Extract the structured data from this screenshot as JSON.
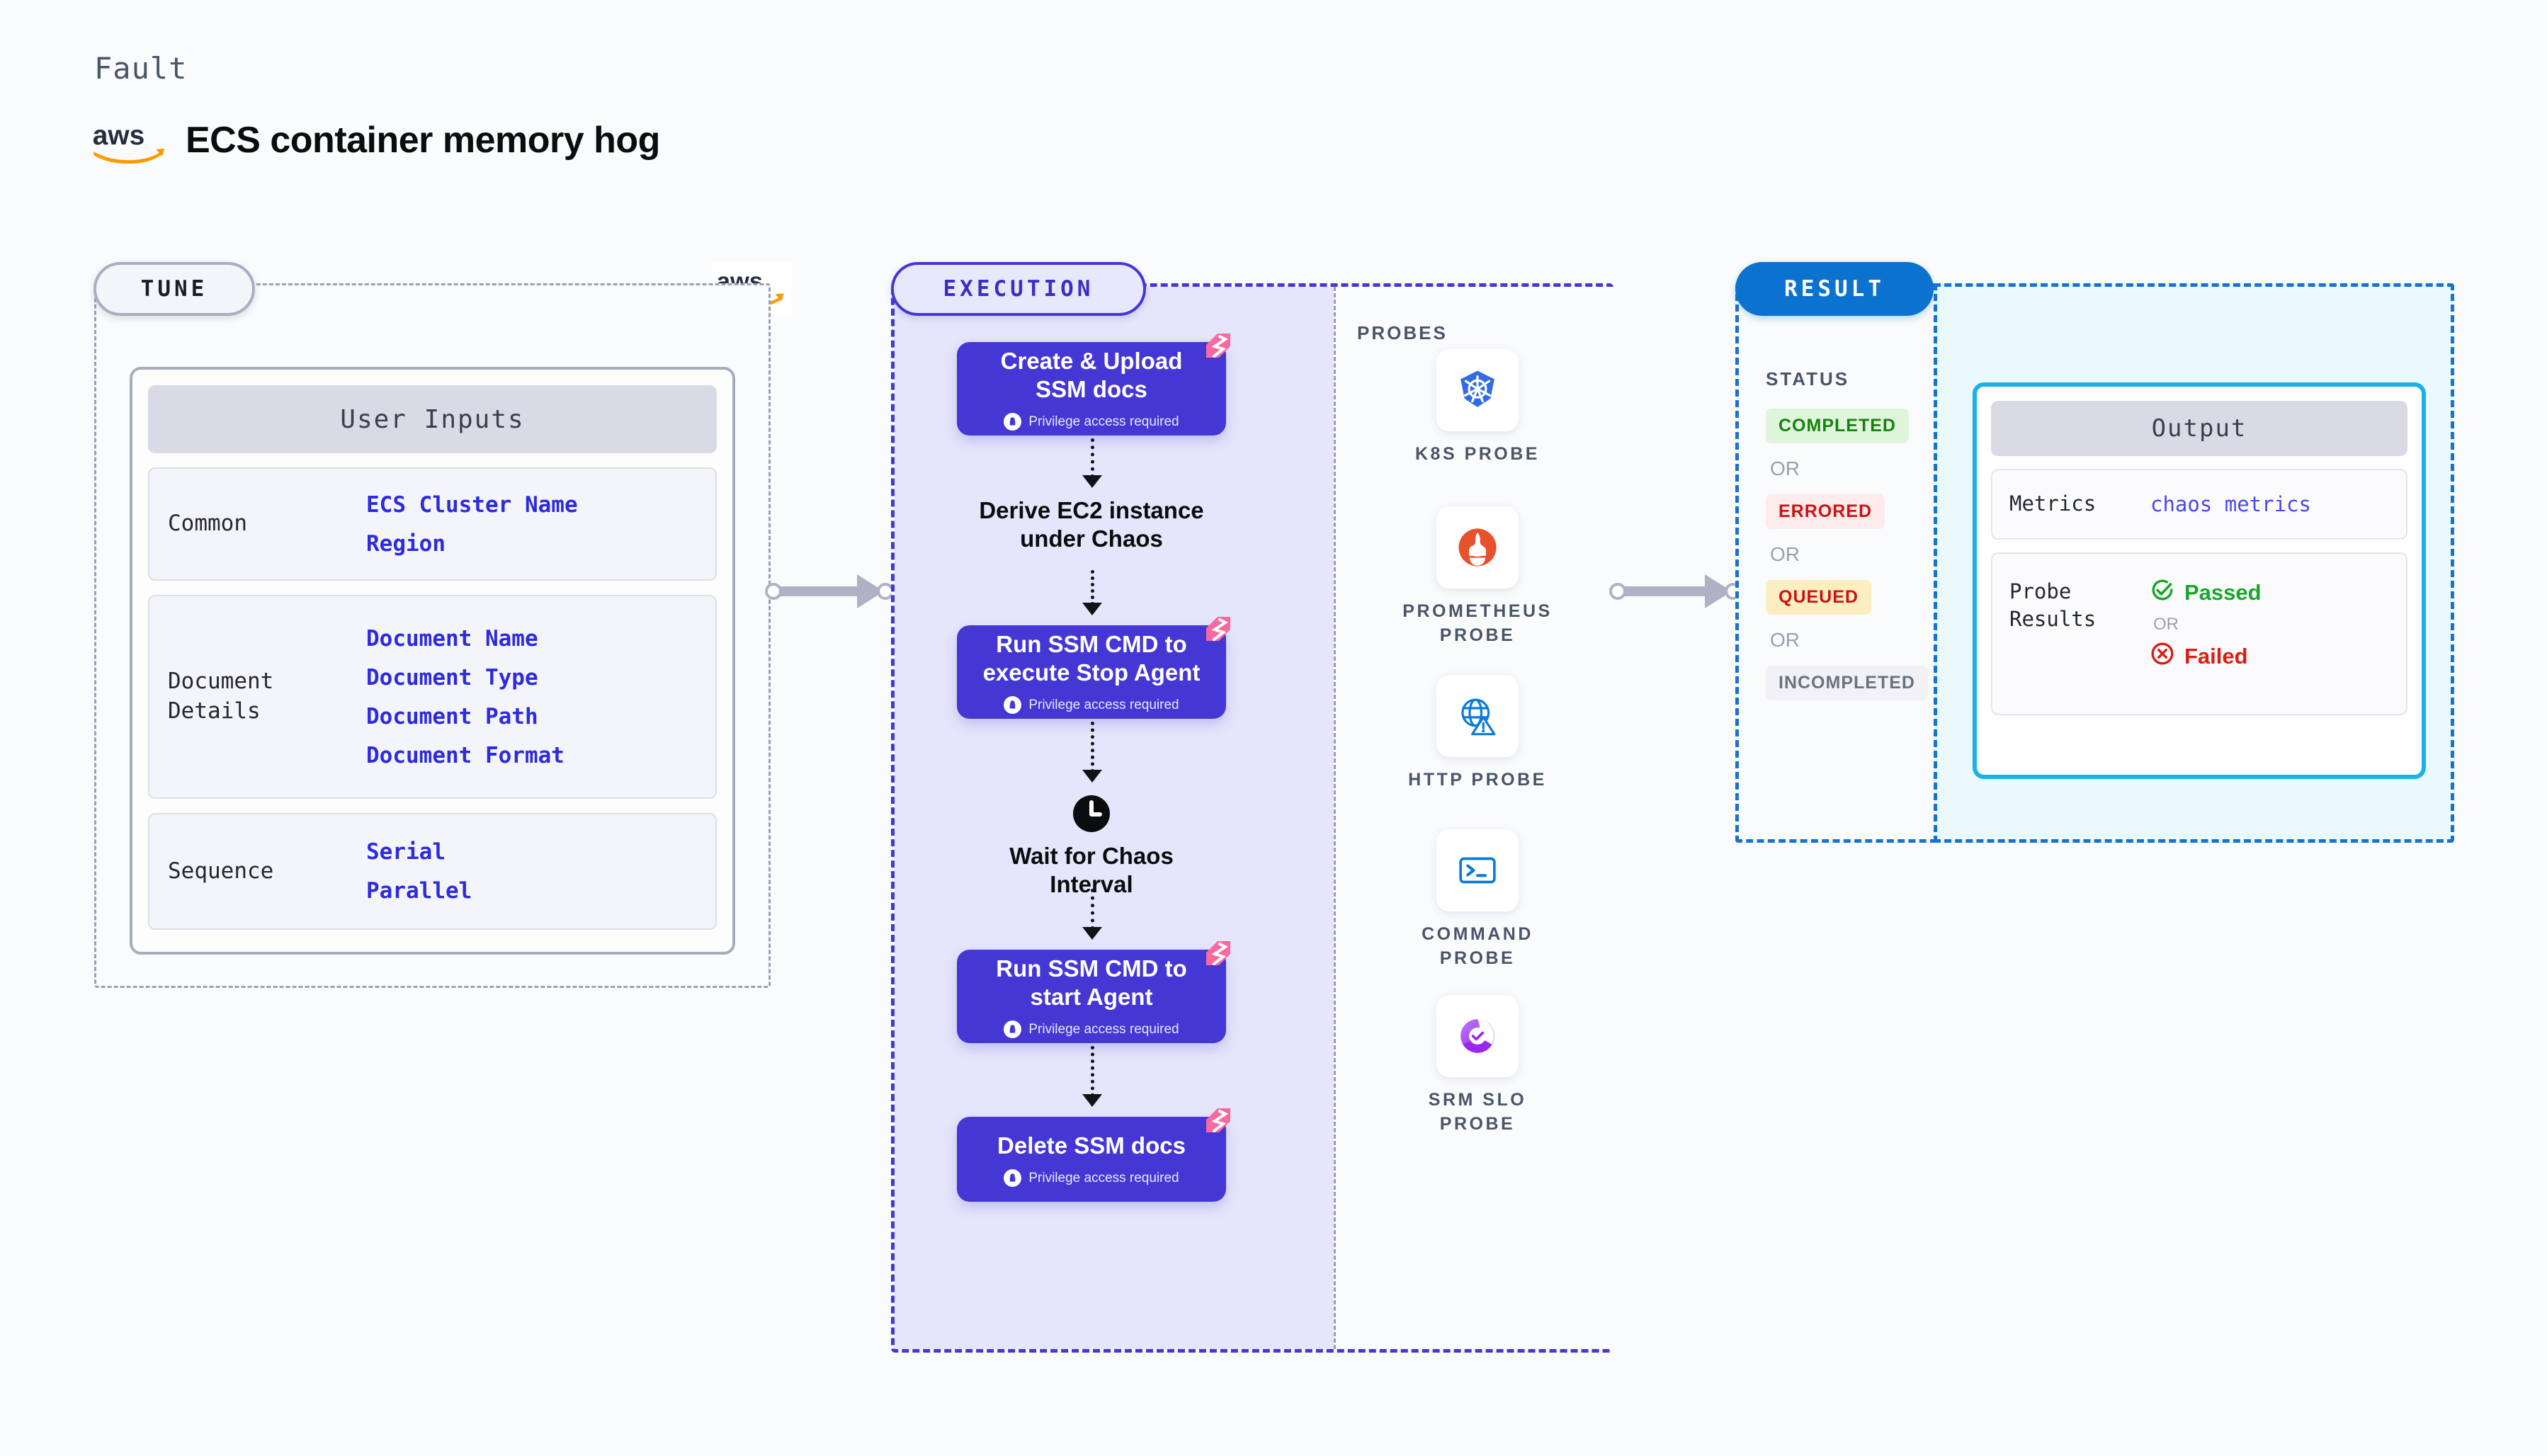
{
  "header": {
    "eyebrow": "Fault",
    "title": "ECS container memory hog",
    "provider_icon": "aws-logo"
  },
  "tune": {
    "badge": "TUNE",
    "provider_icon": "aws-logo",
    "card_title": "User Inputs",
    "groups": [
      {
        "label": "Common",
        "values": [
          "ECS Cluster Name",
          "Region"
        ]
      },
      {
        "label": "Document\nDetails",
        "values": [
          "Document Name",
          "Document Type",
          "Document Path",
          "Document Format"
        ]
      },
      {
        "label": "Sequence",
        "values": [
          "Serial",
          "Parallel"
        ]
      }
    ]
  },
  "execution": {
    "badge": "EXECUTION",
    "privilege_note": "Privilege access required",
    "steps": [
      {
        "title": "Create & Upload\nSSM docs",
        "type": "task",
        "privileged": true
      },
      {
        "title": "Derive EC2 instance\nunder Chaos",
        "type": "plain",
        "privileged": false
      },
      {
        "title": "Run SSM CMD to\nexecute Stop Agent",
        "type": "task",
        "privileged": true
      },
      {
        "title": "Wait for Chaos\nInterval",
        "type": "wait",
        "icon": "clock-icon",
        "privileged": false
      },
      {
        "title": "Run SSM CMD to\nstart Agent",
        "type": "task",
        "privileged": true
      },
      {
        "title": "Delete SSM docs",
        "type": "task",
        "privileged": true
      }
    ],
    "probes": {
      "label": "PROBES",
      "items": [
        {
          "name": "K8S PROBE",
          "icon": "kubernetes-icon"
        },
        {
          "name": "PROMETHEUS\nPROBE",
          "icon": "prometheus-icon"
        },
        {
          "name": "HTTP PROBE",
          "icon": "http-globe-icon"
        },
        {
          "name": "COMMAND\nPROBE",
          "icon": "terminal-icon"
        },
        {
          "name": "SRM SLO\nPROBE",
          "icon": "srm-slo-icon"
        }
      ]
    }
  },
  "result": {
    "badge": "RESULT",
    "status_label": "STATUS",
    "or_label": "OR",
    "statuses": [
      {
        "text": "COMPLETED",
        "bg": "#dff5dc",
        "color": "#16820f"
      },
      {
        "text": "ERRORED",
        "bg": "#fdeaea",
        "color": "#cc1111"
      },
      {
        "text": "QUEUED",
        "bg": "#fdeec2",
        "color": "#cc1111"
      },
      {
        "text": "INCOMPLETED",
        "bg": "#f1f1f7",
        "color": "#6b7280"
      }
    ],
    "output": {
      "title": "Output",
      "metrics_label": "Metrics",
      "metrics_value": "chaos metrics",
      "probe_label": "Probe\nResults",
      "passed": "Passed",
      "failed": "Failed",
      "or_label": "OR",
      "passed_icon": "check-circle-icon",
      "failed_icon": "x-circle-icon"
    }
  },
  "colors": {
    "primary": "#4437d4",
    "accent_pink": "#f9699e",
    "result_blue": "#0c72cf",
    "output_cyan": "#17b3e8",
    "aws_orange": "#ff9900"
  }
}
